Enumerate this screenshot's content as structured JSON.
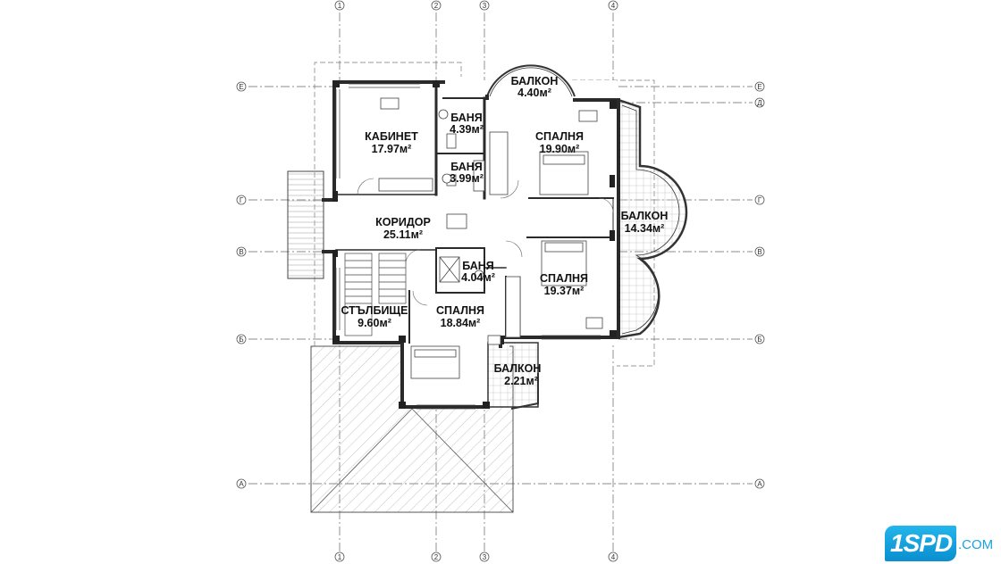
{
  "plan": {
    "rooms": [
      {
        "id": "balcony-top",
        "name": "БАЛКОН",
        "area": "4.40м²"
      },
      {
        "id": "study",
        "name": "КАБИНЕТ",
        "area": "17.97м²"
      },
      {
        "id": "bath-1",
        "name": "БАНЯ",
        "area": "4.39м²"
      },
      {
        "id": "bedroom-1",
        "name": "СПАЛНЯ",
        "area": "19.90м²"
      },
      {
        "id": "bath-2",
        "name": "БАНЯ",
        "area": "3.99м²"
      },
      {
        "id": "corridor",
        "name": "КОРИДОР",
        "area": "25.11м²"
      },
      {
        "id": "balcony-right",
        "name": "БАЛКОН",
        "area": "14.34м²"
      },
      {
        "id": "bath-3",
        "name": "БАНЯ",
        "area": "4.04м²"
      },
      {
        "id": "bedroom-2",
        "name": "СПАЛНЯ",
        "area": "19.37м²"
      },
      {
        "id": "stairs",
        "name": "СТЪЛБИЩЕ",
        "area": "9.60м²"
      },
      {
        "id": "bedroom-3",
        "name": "СПАЛНЯ",
        "area": "18.84м²"
      },
      {
        "id": "balcony-bottom",
        "name": "БАЛКОН",
        "area": "2.21м²"
      }
    ],
    "axes": {
      "vertical": [
        "1",
        "2",
        "3",
        "4"
      ],
      "horizontal": [
        "Е",
        "Д",
        "Г",
        "В",
        "Б",
        "А"
      ]
    }
  },
  "logo": {
    "text": "1SPD",
    "domain": ".COM"
  },
  "colors": {
    "wall": "#2a2a2a",
    "axis": "#555555",
    "line": "#333333",
    "logo": "#1aa3e0"
  }
}
